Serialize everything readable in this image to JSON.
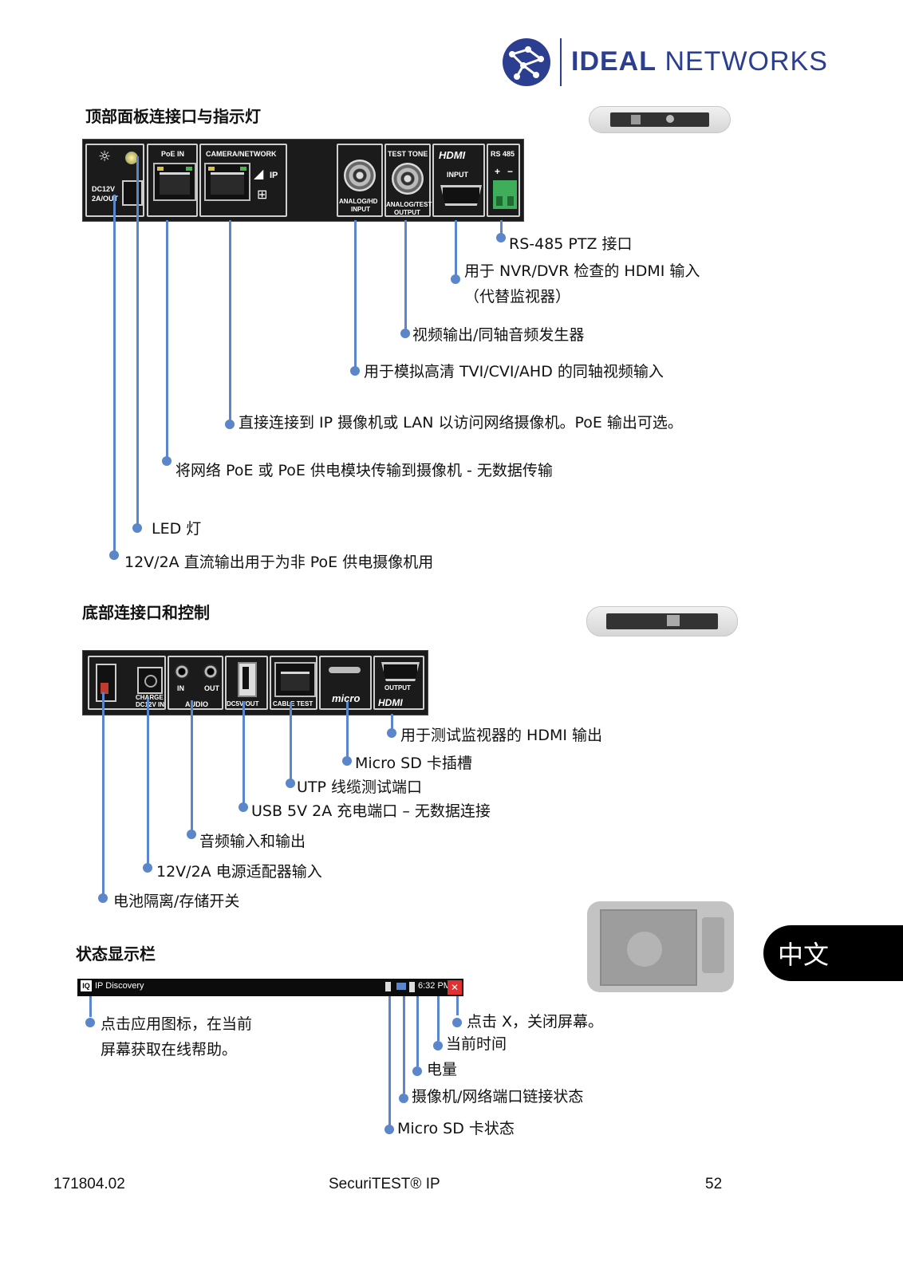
{
  "brand": {
    "name_bold": "IDEAL",
    "name_light": "NETWORKS",
    "color": "#2c3e8f"
  },
  "language_tab": {
    "label": "中文"
  },
  "section_top": {
    "heading": "顶部面板连接口与指示灯",
    "panel_labels": {
      "poe_in": "PoE IN",
      "camera_network": "CAMERA/NETWORK",
      "dc12v": "DC12V",
      "dc_current": "2A/OUT",
      "ip": "IP",
      "test_tone": "TEST TONE",
      "hdmi_logo": "HDMI",
      "rs485": "RS 485",
      "rs_plus": "+",
      "rs_minus": "−",
      "hdmi_input": "INPUT",
      "analog_hd": "ANALOG/HD",
      "analog_hd_sub": "INPUT",
      "analog_test": "ANALOG/TEST",
      "analog_test_sub": "OUTPUT"
    },
    "annotations": [
      "RS-485 PTZ 接口",
      "用于 NVR/DVR 检查的 HDMI 输入",
      "（代替监视器）",
      "视频输出/同轴音频发生器",
      "用于模拟高清 TVI/CVI/AHD 的同轴视频输入",
      "直接连接到 IP 摄像机或 LAN 以访问网络摄像机。PoE 输出可选。",
      "将网络 PoE 或 PoE 供电模块传输到摄像机 - 无数据传输",
      "LED 灯",
      "12V/2A 直流输出用于为非 PoE 供电摄像机用"
    ]
  },
  "section_bottom": {
    "heading": "底部连接口和控制",
    "panel_labels": {
      "in": "IN",
      "out": "OUT",
      "audio": "AUDIO",
      "charge": "CHARGE",
      "dc_in": "DC12V IN",
      "dc5v_out": "DC5V/OUT",
      "cable_test": "CABLE TEST",
      "micro": "micro",
      "output": "OUTPUT",
      "hdmi_logo": "HDMI"
    },
    "annotations": [
      "用于测试监视器的 HDMI 输出",
      "Micro SD 卡插槽",
      "UTP 线缆测试端口",
      "USB 5V 2A 充电端口 – 无数据连接",
      "音频输入和输出",
      "12V/2A 电源适配器输入",
      "电池隔离/存储开关"
    ]
  },
  "section_status": {
    "heading": "状态显示栏",
    "bar": {
      "app_title": "IP Discovery",
      "time": "6:32 PM",
      "close": "✕"
    },
    "annotations": [
      "点击应用图标，在当前",
      "屏幕获取在线帮助。",
      "点击 X，关闭屏幕。",
      "当前时间",
      "电量",
      "摄像机/网络端口链接状态",
      "Micro SD 卡状态"
    ]
  },
  "footer": {
    "doc_number": "171804.02",
    "product": "SecuriTEST® IP",
    "page": "52"
  }
}
